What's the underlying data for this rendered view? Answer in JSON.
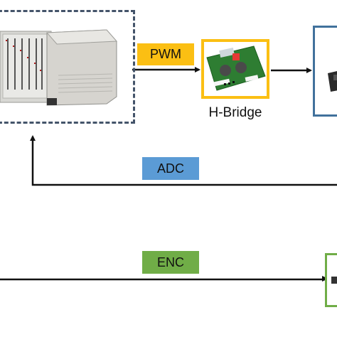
{
  "labels": {
    "pwm": "PWM",
    "h_bridge": "H-Bridge",
    "adc": "ADC",
    "enc": "ENC"
  },
  "colors": {
    "pwm": "#fbbf13",
    "adc": "#5b9bd5",
    "enc": "#70ad47",
    "motor_frame": "#41719c",
    "dashed_frame": "#44546a",
    "wire": "#111111"
  },
  "icons": {
    "controller": "controller-unit-image",
    "h_bridge": "h-bridge-board-image",
    "motor": "motor-image",
    "encoder": "encoder-image"
  }
}
